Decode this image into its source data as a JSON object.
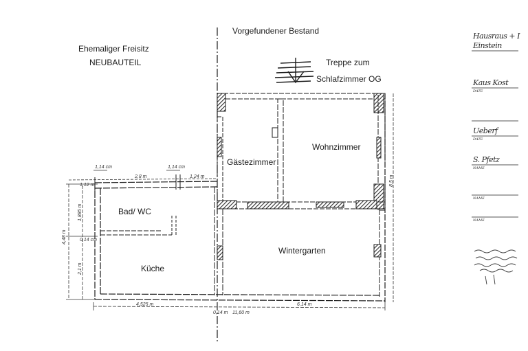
{
  "labels": {
    "ehemaliger_freisitz": "Ehemaliger Freisitz",
    "neubauteil": "NEUBAUTEIL",
    "vorgefundener_bestand": "Vorgefundener Bestand",
    "treppe_line1": "Treppe zum",
    "treppe_line2": "Schlafzimmer OG",
    "gaestezimmer": "Gästezimmer",
    "wohnzimmer": "Wohnzimmer",
    "bad_wc": "Bad/ WC",
    "kueche": "Küche",
    "wintergarten": "Wintergarten"
  },
  "dimensions": {
    "top_left_window": "1,14 cm",
    "top_right_window": "1,14 cm",
    "top_segment_left": "2,8 m",
    "top_segment_right": "1,24 m",
    "corner_small": "1,12 m",
    "left_upper": "1,885 m",
    "left_total": "4,48 m",
    "left_mid": "0,14 cm",
    "left_lower": "2,1 m",
    "bottom_left": "4,525 m",
    "bottom_right": "6,14 m",
    "bottom_small": "0,14 m",
    "bottom_total": "11,60 m",
    "right_height": "8,5 m"
  },
  "legend_scribbles": [
    {
      "main": "Hausraus + I",
      "sub": "Einstein"
    },
    {
      "main": "Kaus Kost",
      "sub": "DATE"
    },
    {
      "main": "Ueberf",
      "sub": "DATE"
    },
    {
      "main": "S. Pfetz",
      "sub": "NAME"
    },
    {
      "main": "",
      "sub": "NAME"
    },
    {
      "main": "",
      "sub": "NAME"
    },
    {
      "main": "",
      "sub": ""
    }
  ],
  "colors": {
    "ink": "#1b1b1b",
    "hatch": "#2b2b2b",
    "paper": "#ffffff"
  }
}
